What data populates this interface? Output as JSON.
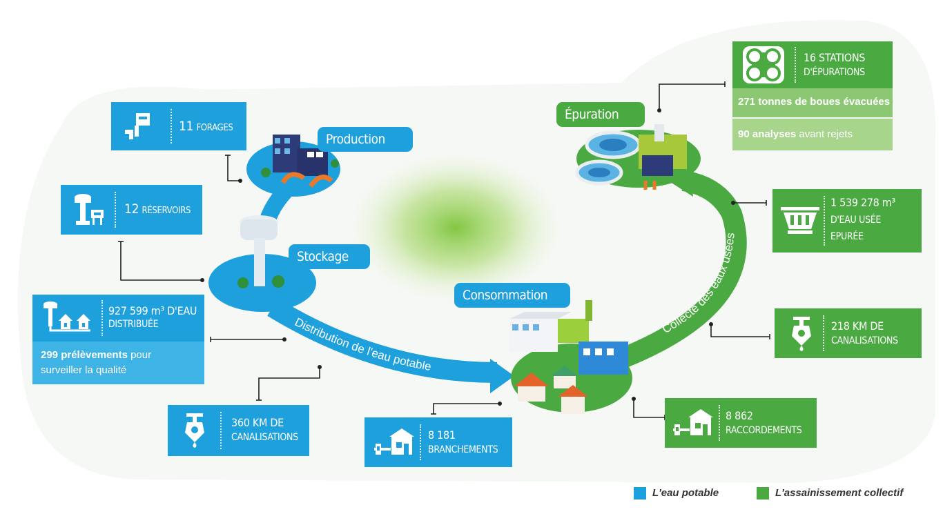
{
  "stages": {
    "production": "Production",
    "stockage": "Stockage",
    "consommation": "Consommation",
    "epuration": "Épuration"
  },
  "arrows": {
    "distribution": "Distribution de l'eau potable",
    "collecte": "Collecte des eaux usées"
  },
  "boxes": {
    "forages": {
      "value": "11",
      "unit": "FORAGES"
    },
    "reservoirs": {
      "value": "12",
      "unit": "RÉSERVOIRS"
    },
    "distribuee": {
      "line1": "927 599 m³ D'EAU",
      "line2": "DISTRIBUÉE",
      "stat_bold": "299 prélèvements",
      "stat_rest": " pour",
      "stat_line2": "surveiller la qualité"
    },
    "canal_blue": {
      "line1": "360 KM DE",
      "line2": "CANALISATIONS"
    },
    "branchements": {
      "line1": "8 181",
      "line2": "BRANCHEMENTS"
    },
    "stations": {
      "line1": "16 STATIONS",
      "line2": "D'ÉPURATIONS",
      "boues": "271 tonnes de boues évacuées",
      "analyses_bold": "90 analyses",
      "analyses_rest": " avant rejets"
    },
    "eau_usee": {
      "line1": "1 539 278 m³",
      "line2": "D'EAU USÉE",
      "line3": "EPURÉE"
    },
    "canal_green": {
      "line1": "218 KM DE",
      "line2": "CANALISATIONS"
    },
    "raccordements": {
      "line1": "8 862",
      "line2": "RACCORDEMENTS"
    }
  },
  "legend": {
    "potable": "L'eau potable",
    "assainissement": "L'assainissement collectif"
  },
  "colors": {
    "blue": "#1ea0dc",
    "green": "#4aa940",
    "light_green": "#8cc873"
  },
  "icons": [
    "borehole-icon",
    "water-tower-icon",
    "water-distribution-icon",
    "valve-icon",
    "house-connection-icon",
    "treatment-station-icon",
    "filter-tank-icon"
  ]
}
